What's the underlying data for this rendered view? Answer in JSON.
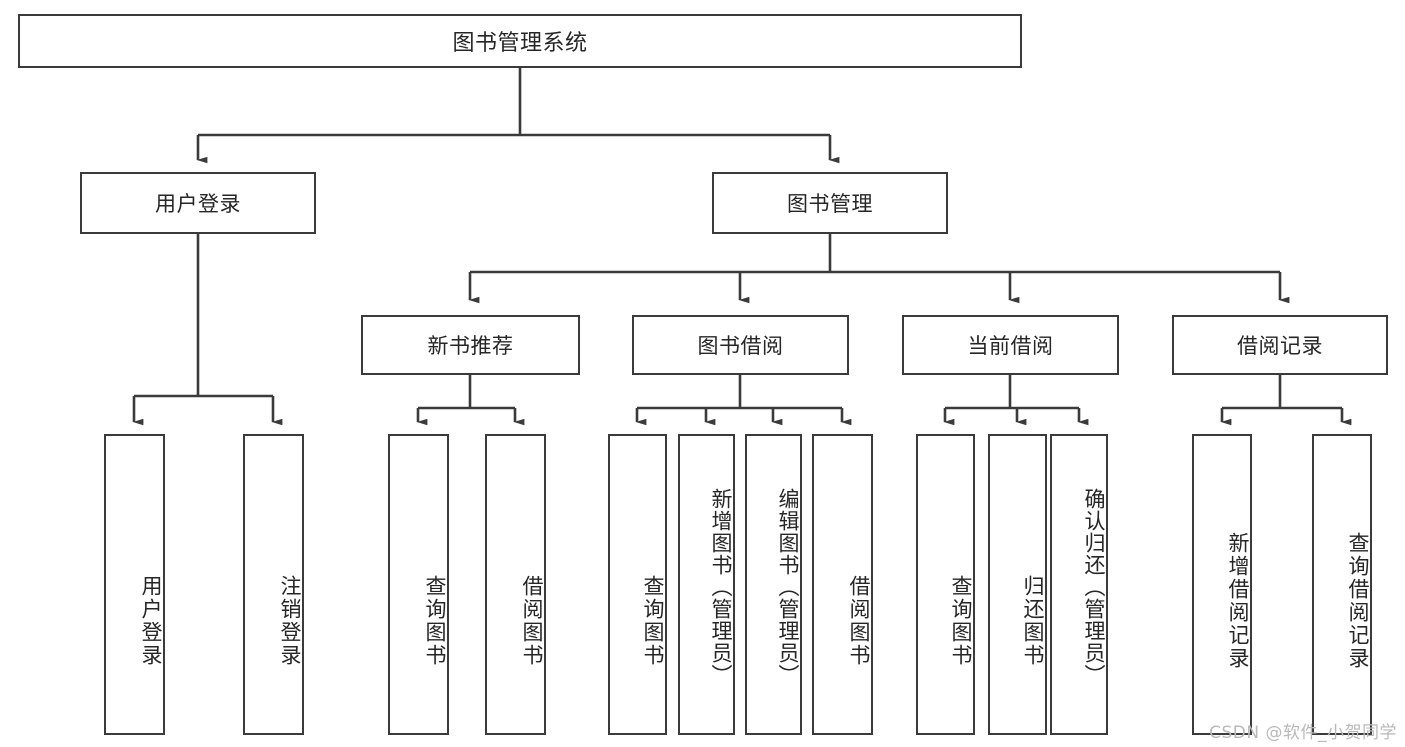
{
  "diagram": {
    "title": "图书管理系统",
    "type": "hierarchy-tree",
    "colors": {
      "background": "#ffffff",
      "box_border": "#3b3b3b",
      "box_fill": "#ffffff",
      "edge": "#3b3b3b",
      "text": "#262626",
      "watermark": "#b9b9b9"
    }
  },
  "watermark": {
    "text": "CSDN @软件_小贺同学"
  },
  "nodes": {
    "root": {
      "label": "图书管理系统"
    },
    "level1": [
      {
        "id": "user-login",
        "label": "用户登录"
      },
      {
        "id": "book-manage",
        "label": "图书管理"
      }
    ],
    "level2": [
      {
        "id": "new-book-recommend",
        "label": "新书推荐"
      },
      {
        "id": "book-borrow",
        "label": "图书借阅"
      },
      {
        "id": "current-borrow",
        "label": "当前借阅"
      },
      {
        "id": "borrow-record",
        "label": "借阅记录"
      }
    ],
    "leaves": {
      "user_login": [
        {
          "id": "leaf-user-login",
          "label": "用户登录"
        },
        {
          "id": "leaf-logout",
          "label": "注销登录"
        }
      ],
      "new_book_recommend": [
        {
          "id": "leaf-query-book-1",
          "label": "查询图书"
        },
        {
          "id": "leaf-borrow-book-1",
          "label": "借阅图书"
        }
      ],
      "book_borrow": [
        {
          "id": "leaf-query-book-2",
          "label": "查询图书"
        },
        {
          "id": "leaf-add-book",
          "label": "新增图书（管理员）"
        },
        {
          "id": "leaf-edit-book",
          "label": "编辑图书（管理员）"
        },
        {
          "id": "leaf-borrow-book-2",
          "label": "借阅图书"
        }
      ],
      "current_borrow": [
        {
          "id": "leaf-query-book-3",
          "label": "查询图书"
        },
        {
          "id": "leaf-return-book",
          "label": "归还图书"
        },
        {
          "id": "leaf-confirm-return",
          "label": "确认归还（管理员）"
        }
      ],
      "borrow_record": [
        {
          "id": "leaf-add-record",
          "label": "新增借阅记录"
        },
        {
          "id": "leaf-query-record",
          "label": "查询借阅记录"
        }
      ]
    }
  }
}
